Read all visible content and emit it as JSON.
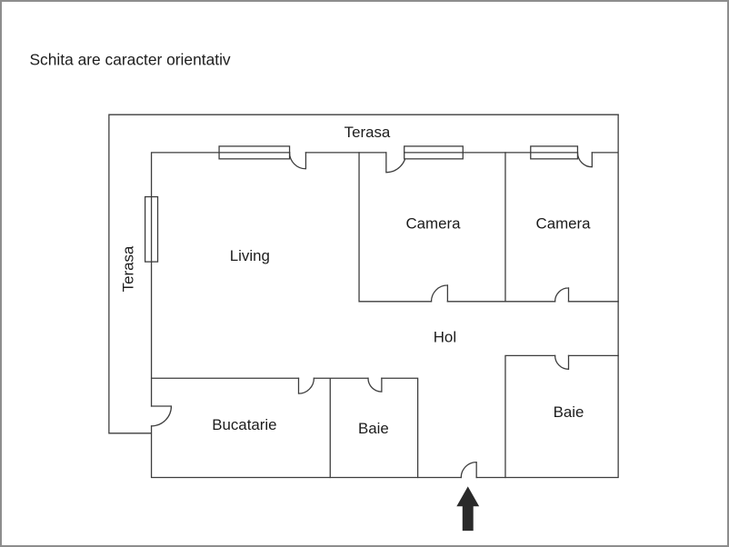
{
  "page": {
    "disclaimer": "Schita are caracter orientativ"
  },
  "floor_plan": {
    "labels": {
      "terasa_top": "Terasa",
      "terasa_left": "Terasa",
      "living": "Living",
      "camera_1": "Camera",
      "camera_2": "Camera",
      "hol": "Hol",
      "bucatarie": "Bucatarie",
      "baie_small": "Baie",
      "baie_large": "Baie"
    },
    "entrance_icon": "entrance-arrow-up-icon",
    "colors": {
      "wall_line": "#3d3d3d",
      "text": "#1d1d1d",
      "arrow_fill": "#2a2a2a",
      "page_border": "#8d8d8d",
      "background": "#ffffff"
    }
  }
}
